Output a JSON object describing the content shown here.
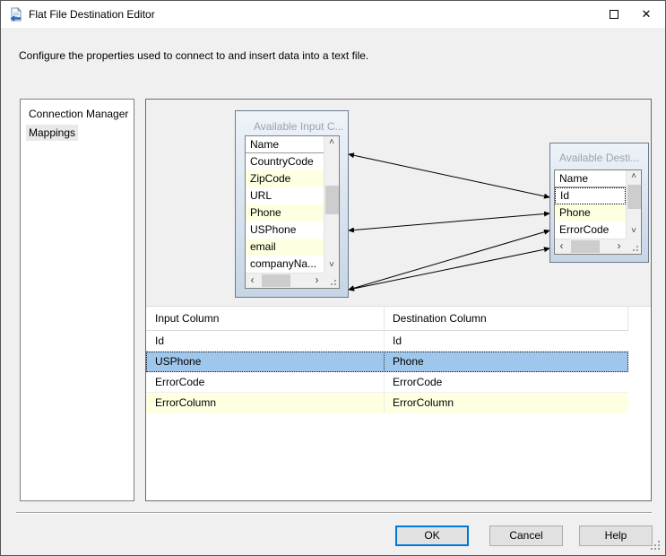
{
  "window": {
    "title": "Flat File Destination Editor"
  },
  "description": "Configure the properties used to connect to and insert data into a text file.",
  "nav": {
    "items": [
      {
        "label": "Connection Manager",
        "selected": false
      },
      {
        "label": "Mappings",
        "selected": true
      }
    ]
  },
  "diagram": {
    "input_box": {
      "title": "Available Input C...",
      "header": "Name",
      "rows": [
        {
          "label": "CountryCode",
          "highlight": false
        },
        {
          "label": "ZipCode",
          "highlight": true
        },
        {
          "label": "URL",
          "highlight": false
        },
        {
          "label": "Phone",
          "highlight": true
        },
        {
          "label": "USPhone",
          "highlight": false
        },
        {
          "label": "email",
          "highlight": true
        },
        {
          "label": "companyNa...",
          "highlight": false
        }
      ]
    },
    "dest_box": {
      "title": "Available Desti...",
      "header": "Name",
      "rows": [
        {
          "label": "Id",
          "highlight": false,
          "focused": true
        },
        {
          "label": "Phone",
          "highlight": true,
          "focused": false
        },
        {
          "label": "ErrorCode",
          "highlight": false,
          "focused": false
        }
      ]
    },
    "connections": [
      {
        "input": "Id",
        "destination": "Id"
      },
      {
        "input": "USPhone",
        "destination": "Phone"
      },
      {
        "input": "ErrorCode",
        "destination": "ErrorCode"
      },
      {
        "input": "ErrorColumn",
        "destination": "ErrorColumn"
      }
    ]
  },
  "table": {
    "headers": [
      "Input Column",
      "Destination Column"
    ],
    "rows": [
      {
        "input": "Id",
        "dest": "Id",
        "style": "plain"
      },
      {
        "input": "USPhone",
        "dest": "Phone",
        "style": "selected"
      },
      {
        "input": "ErrorCode",
        "dest": "ErrorCode",
        "style": "plain"
      },
      {
        "input": "ErrorColumn",
        "dest": "ErrorColumn",
        "style": "yellow"
      }
    ]
  },
  "buttons": {
    "ok": "OK",
    "cancel": "Cancel",
    "help": "Help"
  },
  "icons": {
    "close": "✕",
    "scroll_up": "˄",
    "scroll_down": "˅",
    "scroll_left": "‹",
    "scroll_right": "›"
  },
  "colors": {
    "selection_blue": "#9fc7ec",
    "highlight_yellow": "#ffffe1",
    "focus_accent": "#0078d7",
    "box_border": "#6d7b8d",
    "dialog_bg": "#f0f0f0"
  }
}
